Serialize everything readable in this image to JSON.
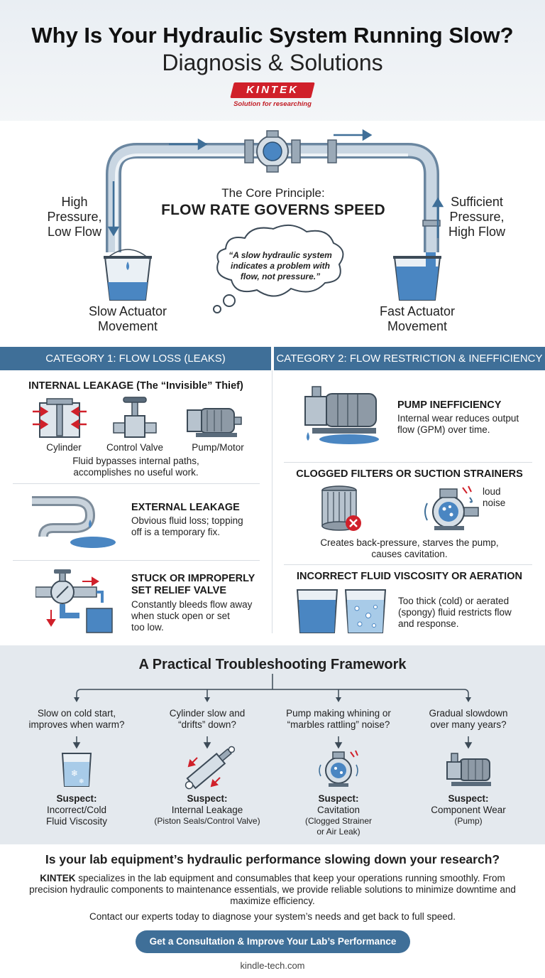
{
  "header": {
    "title": "Why Is Your Hydraulic System Running Slow?",
    "subtitle": "Diagnosis & Solutions",
    "brand": "KINTEK",
    "brand_tagline": "Solution for researching"
  },
  "hero": {
    "left_label": "High\nPressure,\nLow Flow",
    "right_label": "Sufficient\nPressure,\nHigh Flow",
    "core_title": "The Core Principle:",
    "core_principle": "FLOW RATE GOVERNS SPEED",
    "quote": "“A slow hydraulic system indicates a problem with flow, not pressure.”",
    "left_caption": "Slow Actuator\nMovement",
    "right_caption": "Fast Actuator\nMovement"
  },
  "category1": {
    "bar": "CATEGORY 1: FLOW LOSS (LEAKS)",
    "internal": {
      "title": "INTERNAL LEAKAGE (The “Invisible” Thief)",
      "labels": [
        "Cylinder",
        "Control Valve",
        "Pump/Motor"
      ],
      "body": "Fluid bypasses internal paths,\naccomplishes no useful work."
    },
    "external": {
      "title": "EXTERNAL LEAKAGE",
      "body": "Obvious fluid loss; topping\noff is a temporary fix."
    },
    "relief": {
      "title": "STUCK OR IMPROPERLY\nSET RELIEF VALVE",
      "body": "Constantly bleeds flow away\nwhen stuck open or set\ntoo low."
    }
  },
  "category2": {
    "bar": "CATEGORY 2: FLOW RESTRICTION & INEFFICIENCY",
    "pump": {
      "title": "PUMP INEFFICIENCY",
      "body": "Internal wear reduces output\nflow (GPM) over time."
    },
    "filters": {
      "title": "CLOGGED FILTERS OR SUCTION STRAINERS",
      "noise": "loud\nnoise",
      "body": "Creates back-pressure, starves the pump,\ncauses cavitation."
    },
    "viscosity": {
      "title": "INCORRECT FLUID VISCOSITY OR AERATION",
      "body": "Too thick (cold) or aerated\n(spongy) fluid restricts flow\nand response."
    }
  },
  "framework": {
    "title": "A Practical Troubleshooting Framework",
    "suspect_label": "Suspect:",
    "items": [
      {
        "question": "Slow on cold start,\nimproves when warm?",
        "suspect": "Incorrect/Cold\nFluid Viscosity",
        "note": ""
      },
      {
        "question": "Cylinder slow and\n“drifts” down?",
        "suspect": "Internal Leakage",
        "note": "(Piston Seals/Control Valve)"
      },
      {
        "question": "Pump making whining or\n“marbles rattling” noise?",
        "suspect": "Cavitation",
        "note": "(Clogged Strainer\nor Air Leak)"
      },
      {
        "question": "Gradual slowdown\nover many years?",
        "suspect": "Component Wear",
        "note": "(Pump)"
      }
    ]
  },
  "cta": {
    "heading": "Is your lab equipment’s hydraulic performance slowing down your research?",
    "brand": "KINTEK",
    "body": " specializes in the lab equipment and consumables that keep your operations running smoothly. From precision hydraulic components to maintenance essentials, we provide reliable solutions to minimize downtime and maximize efficiency.",
    "contact": "Contact our experts today to diagnose your system’s needs and get back to full speed.",
    "button": "Get a Consultation & Improve Your Lab’s Performance",
    "website": "kindle-tech.com"
  },
  "colors": {
    "accent_blue": "#3f6f98",
    "brand_red": "#d0202a",
    "water_blue": "#4a86c2"
  }
}
